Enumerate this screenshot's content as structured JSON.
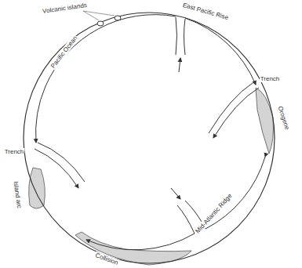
{
  "diagram": {
    "labels": [
      "Volcanic islands",
      "East Pacific Rise",
      "Pacific Ocean",
      "Trench",
      "Orogene",
      "Trench",
      "Island arc",
      "Mid-Atlantic Ridge",
      "Collision"
    ]
  }
}
